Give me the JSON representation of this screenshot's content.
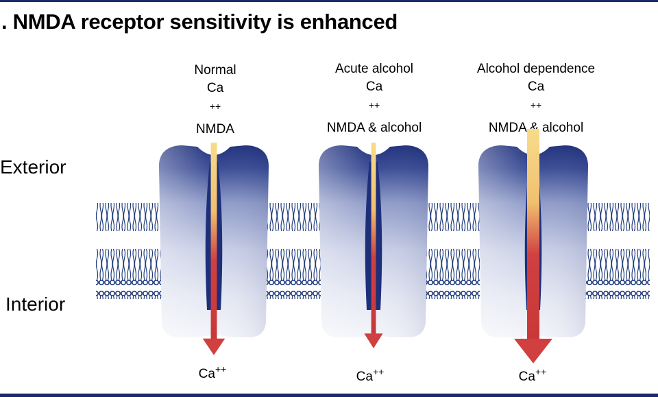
{
  "title": ". NMDA receptor sensitivity is enhanced",
  "labels": {
    "exterior": "Exterior",
    "interior": "Interior"
  },
  "conditions": [
    {
      "heading": "Normal",
      "ion": "Ca",
      "charge": "++",
      "agonist": "NMDA",
      "flow": 0.35
    },
    {
      "heading": "Acute alcohol",
      "ion": "Ca",
      "charge": "++",
      "agonist": "NMDA & alcohol",
      "flow": 0.2
    },
    {
      "heading": "Alcohol dependence",
      "ion": "Ca",
      "charge": "++",
      "agonist": "NMDA & alcohol",
      "flow": 1.0
    }
  ],
  "colors": {
    "channel_dark": "#1e2f7a",
    "channel_light": "#f2f3f8",
    "arrow_red": "#d04040",
    "arrow_yellow": "#f7dc8a",
    "membrane": "#1e3a7a",
    "frame": "#1a2a6c"
  }
}
